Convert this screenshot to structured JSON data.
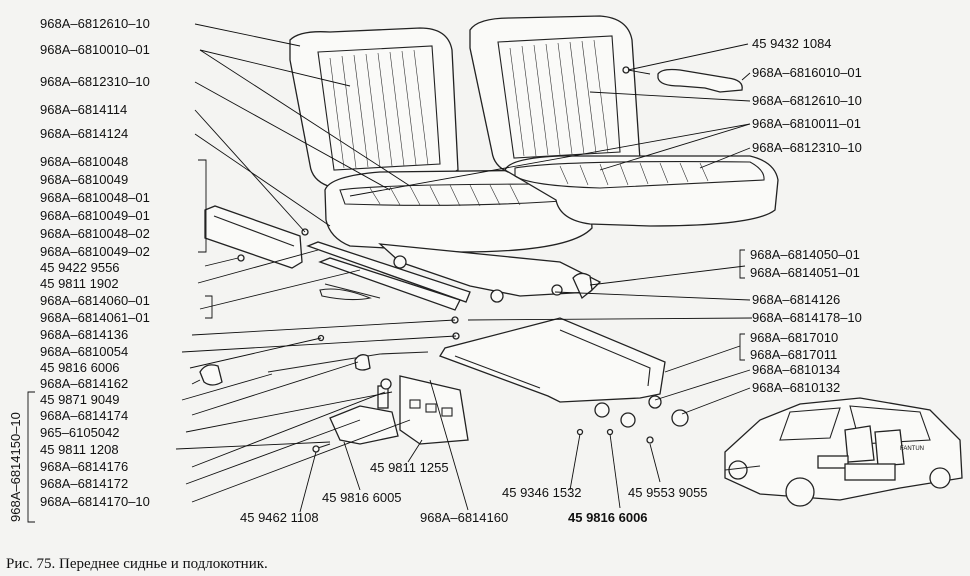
{
  "caption": "Рис. 75. Переднее сидньe и подлокотник.",
  "group_label": "968A–6814150–10",
  "left_labels": [
    "968A–6812610–10",
    "968A–6810010–01",
    "968A–6812310–10",
    "968A–6814114",
    "968A–6814124",
    "968A–6810048",
    "968A–6810049",
    "968A–6810048–01",
    "968A–6810049–01",
    "968A–6810048–02",
    "968A–6810049–02",
    "45 9422 9556",
    "45 9811 1902",
    "968A–6814060–01",
    "968A–6814061–01",
    "968A–6814136",
    "968A–6810054",
    "45 9816 6006",
    "968A–6814162",
    "45 9871 9049",
    "968A–6814174",
    "965–6105042",
    "45 9811 1208",
    "968A–6814176",
    "968A–6814172",
    "968A–6814170–10"
  ],
  "right_labels": [
    "45 9432 1084",
    "968A–6816010–01",
    "968A–6812610–10",
    "968A–6810011–01",
    "968A–6812310–10",
    "968A–6814050–01",
    "968A–6814051–01",
    "968A–6814126",
    "968A–6814178–10",
    "968A–6817010",
    "968A–6817011",
    "968A–6810134",
    "968A–6810132"
  ],
  "bottom_labels": [
    "45 9811 1255",
    "45 9816 6005",
    "45 9462 1108",
    "968A–6814160",
    "45 9346 1532",
    "45 9816 6006",
    "45 9553 9055"
  ],
  "car_badge": "FANTUN"
}
